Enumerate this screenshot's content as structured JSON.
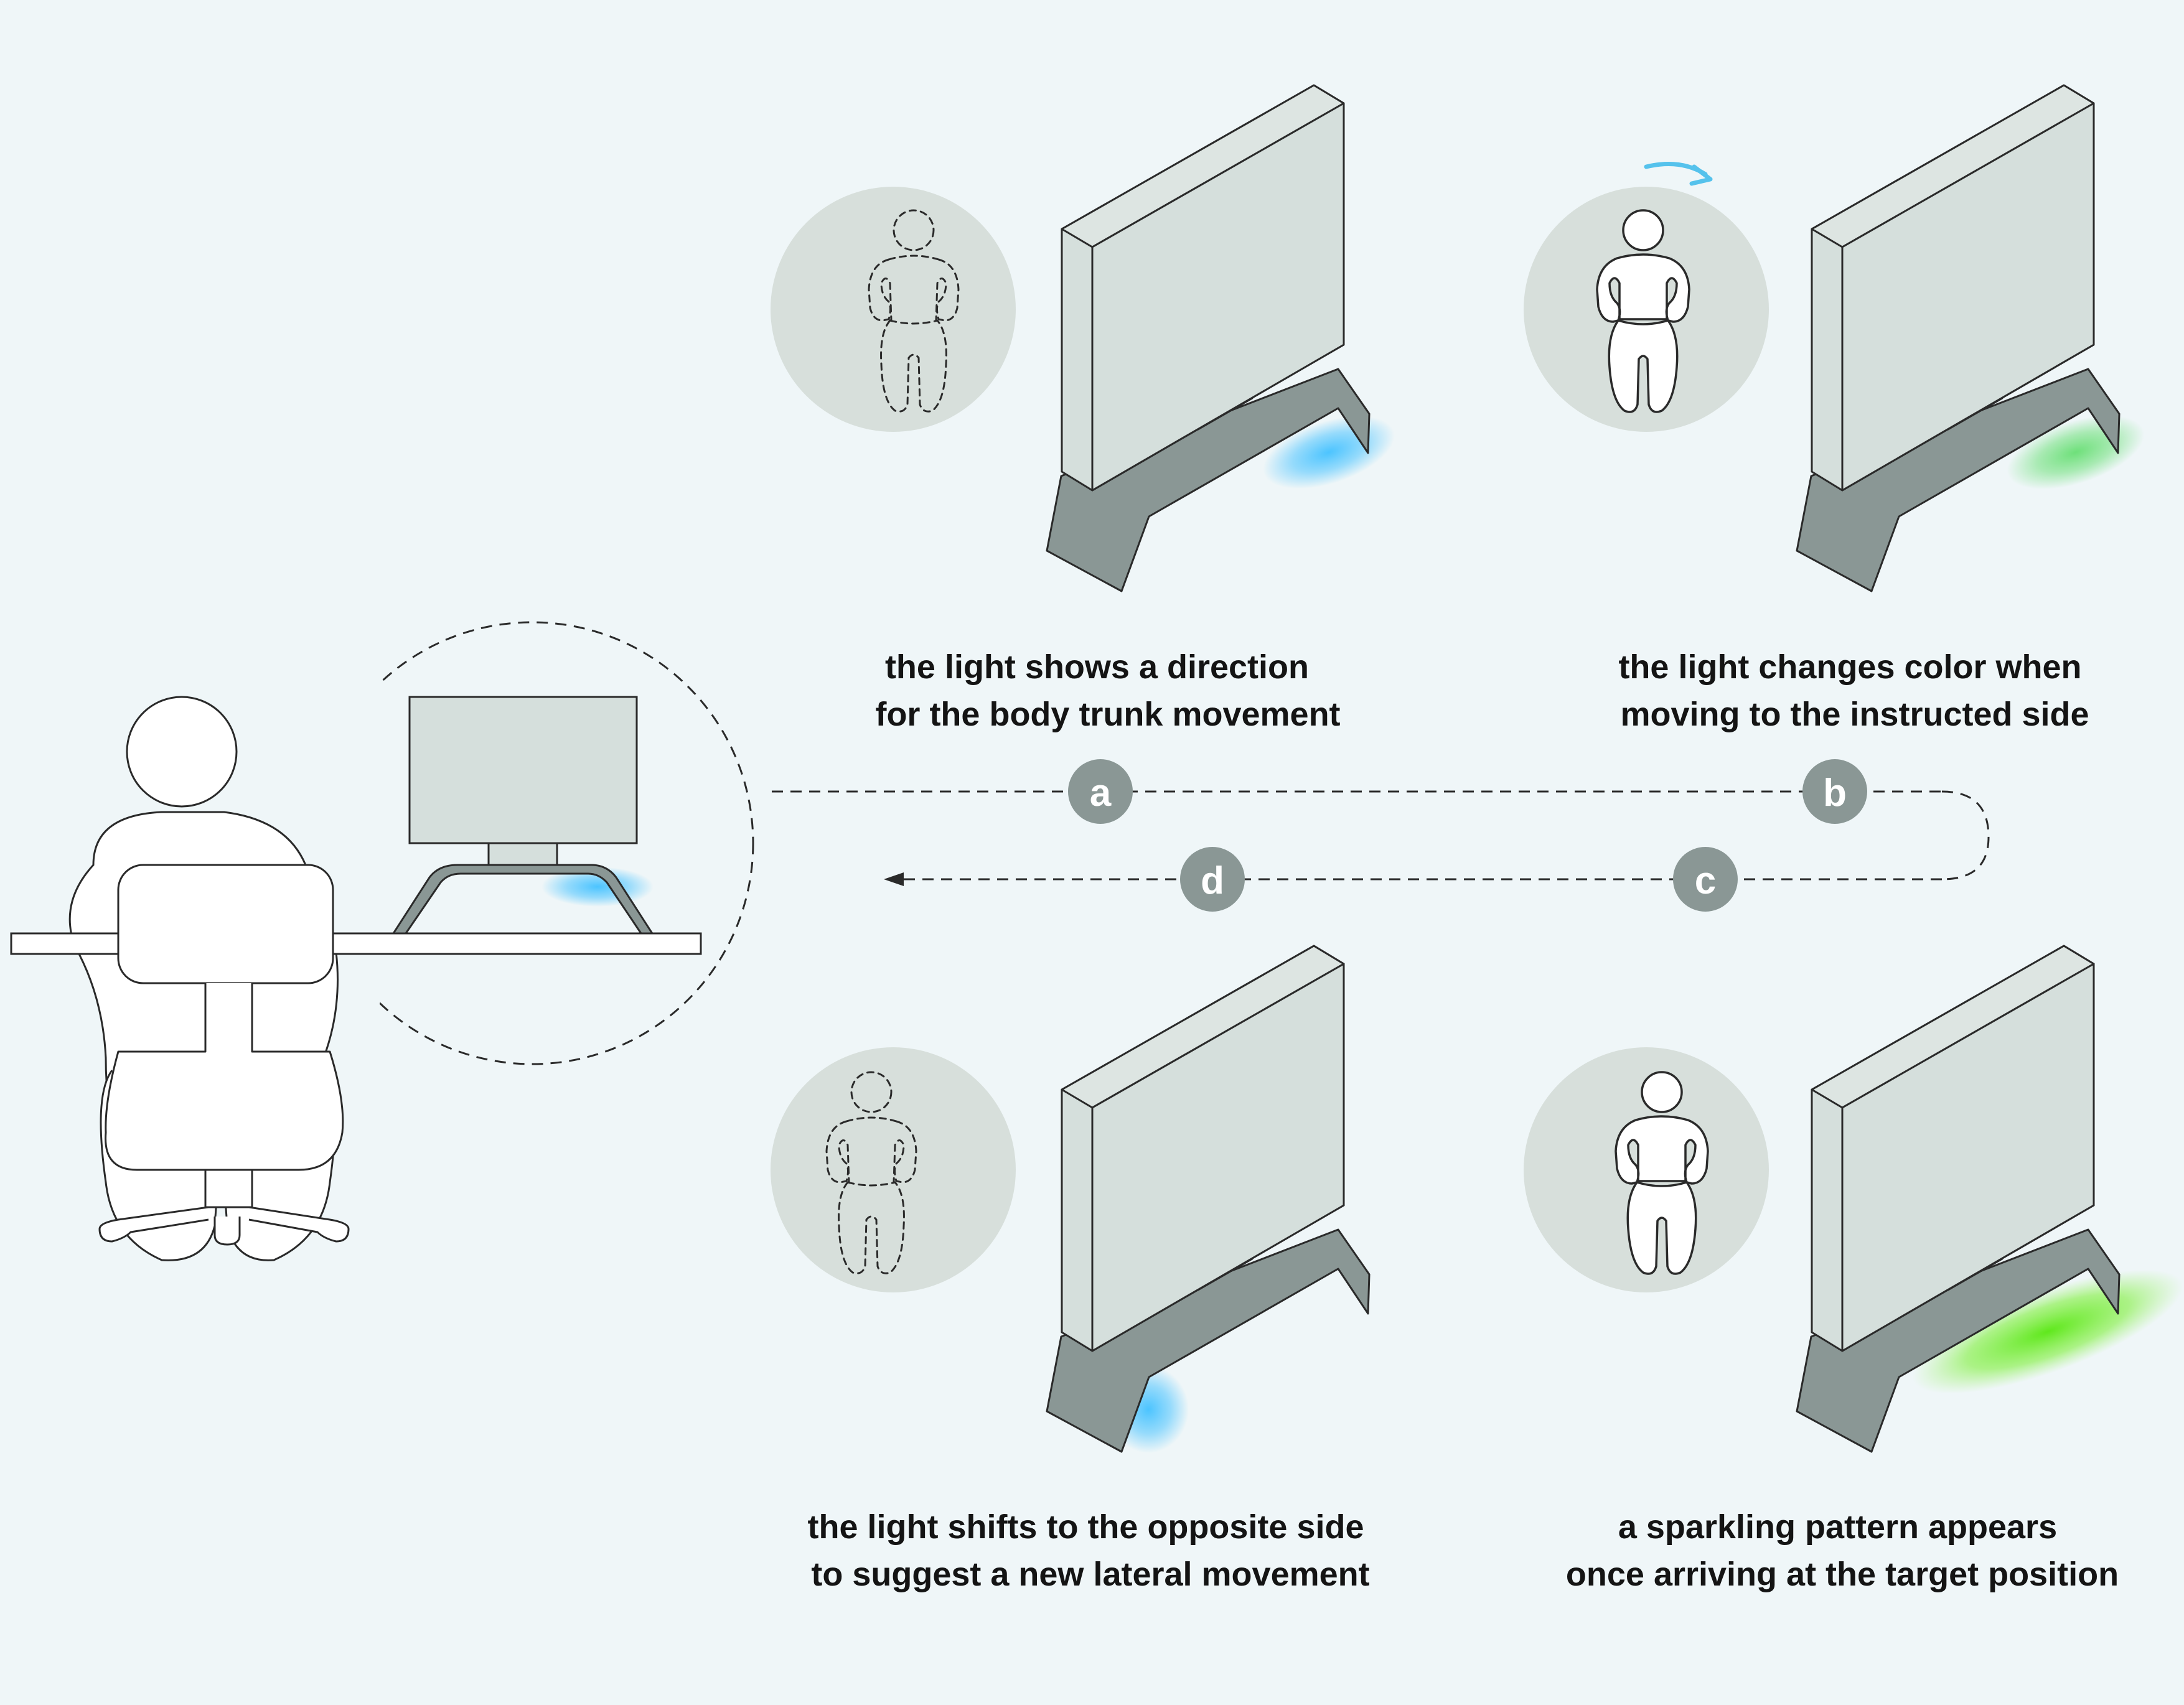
{
  "colors": {
    "background": "#eff6f8",
    "panel_gray": "#d5dfdc",
    "stand_gray": "#8a9795",
    "circle_gray": "#d7dfdb",
    "marker_gray": "#8a9795",
    "light_blue": "#4cc4ff",
    "light_green_soft": "#6ee07a",
    "light_green_bright": "#5fe81c",
    "arrow_blue": "#55c2ec"
  },
  "steps": [
    {
      "id": "a",
      "letter": "a",
      "caption_lines": [
        "the light shows a direction",
        "for the body trunk movement"
      ],
      "person_style": "dashed",
      "light_color": "light-blue",
      "light_side": "right"
    },
    {
      "id": "b",
      "letter": "b",
      "caption_lines": [
        "the light changes color when",
        "moving to the instructed side"
      ],
      "person_style": "solid",
      "light_color": "light-green",
      "light_side": "right",
      "motion_arrow": "arrow-right-icon"
    },
    {
      "id": "c",
      "letter": "c",
      "caption_lines": [
        "a sparkling pattern appears",
        "once arriving at the target position"
      ],
      "person_style": "solid",
      "light_color": "bright-green",
      "light_side": "right"
    },
    {
      "id": "d",
      "letter": "d",
      "caption_lines": [
        "the light shifts to the opposite side",
        "to suggest a new lateral movement"
      ],
      "person_style": "dashed",
      "light_color": "light-blue",
      "light_side": "left"
    }
  ],
  "overview": {
    "icons": [
      "person-at-desk-icon",
      "office-chair-icon",
      "desk-monitor-icon",
      "zoom-circle-icon"
    ]
  }
}
